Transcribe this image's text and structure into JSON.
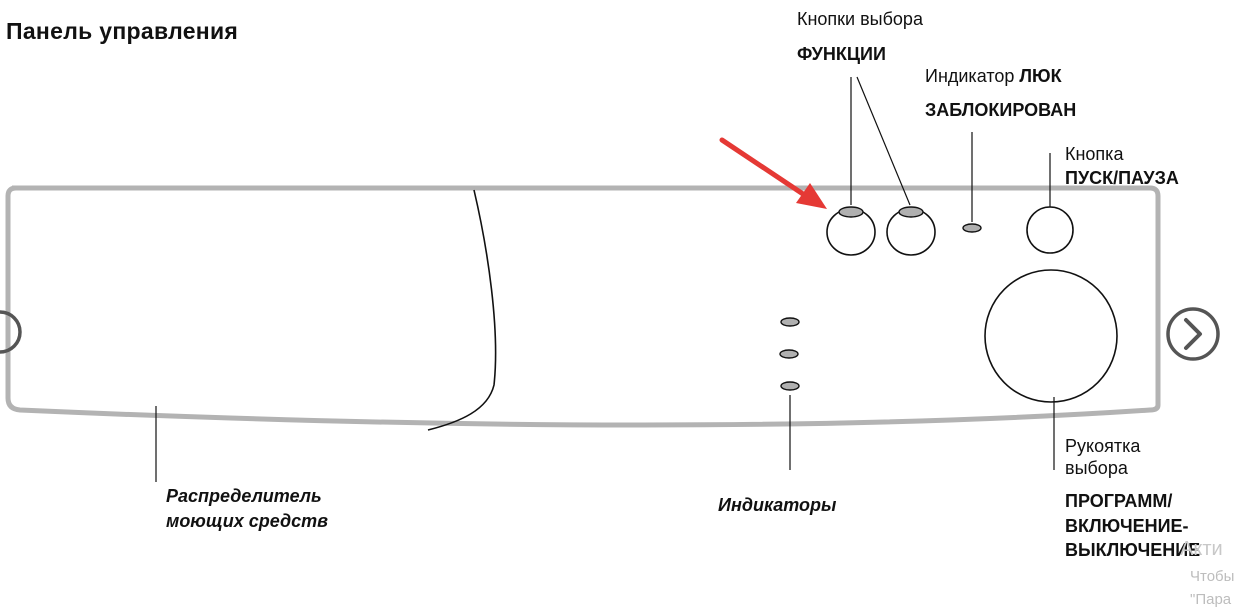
{
  "title": "Панель управления",
  "labels": {
    "function_buttons_line1": "Кнопки выбора",
    "function_buttons_line2": "ФУНКЦИИ",
    "door_lock_line1_plain": "Индикатор",
    "door_lock_line1_bold": "ЛЮК",
    "door_lock_line2": "ЗАБЛОКИРОВАН",
    "start_pause_line1": "Кнопка",
    "start_pause_line2": "ПУСК/ПАУЗА",
    "detergent_line1": "Распределитель",
    "detergent_line2": "моющих средств",
    "indicators": "Индикаторы",
    "knob_line1": "Рукоятка",
    "knob_line2": "выбора",
    "knob_line3": "ПРОГРАММ/",
    "knob_line4": "ВКЛЮЧЕНИЕ-",
    "knob_line5": "ВЫКЛЮЧЕНИЕ"
  },
  "watermark": {
    "line1": "Акти",
    "line2": "Чтобы",
    "line3": "\"Пара"
  },
  "colors": {
    "panel_outline": "#b3b3b3",
    "arrow": "#e53935",
    "indicator_fill": "#b0b0b0",
    "leader_line": "#111111"
  },
  "icons": {
    "carousel_prev": "chevron-left-icon",
    "carousel_next": "chevron-right-icon"
  }
}
